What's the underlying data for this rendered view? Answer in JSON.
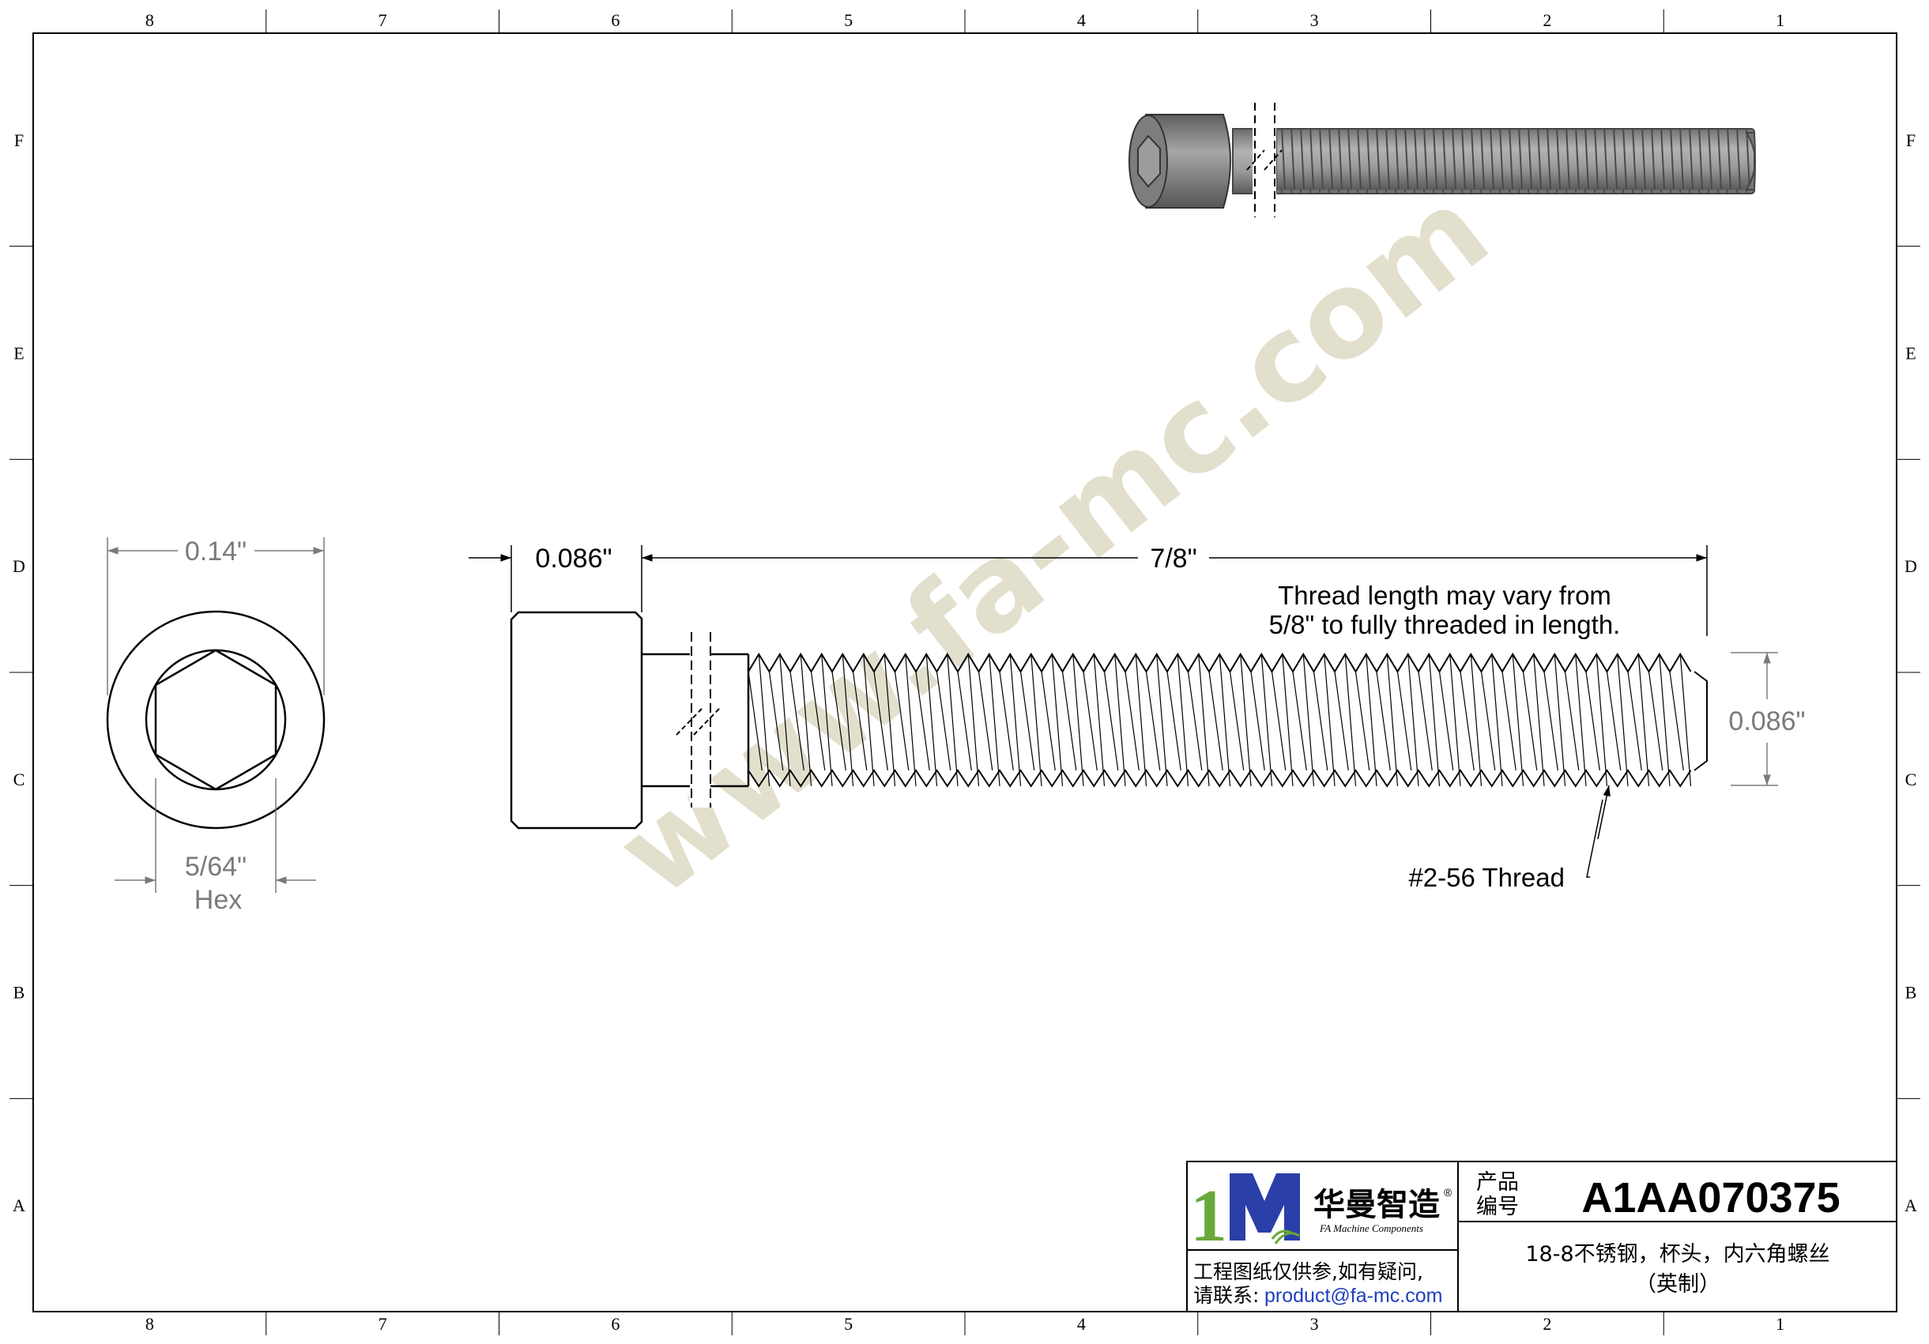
{
  "border": {
    "columns": [
      "8",
      "7",
      "6",
      "5",
      "4",
      "3",
      "2",
      "1"
    ],
    "rows": [
      "F",
      "E",
      "D",
      "C",
      "B",
      "A"
    ]
  },
  "watermark": "www.fa-mc.com",
  "end_view": {
    "diameter_label": "0.14\"",
    "hex_label_line1": "5/64\"",
    "hex_label_line2": "Hex"
  },
  "side_view": {
    "head_length_label": "0.086\"",
    "overall_length_label": "7/8\"",
    "thread_diameter_label": "0.086\"",
    "thread_callout": "#2-56 Thread",
    "note_line1": "Thread length may vary from",
    "note_line2": "5/8\" to fully threaded in length."
  },
  "title_block": {
    "brand_name": "华曼智造",
    "brand_en": "FA Machine Components",
    "registered_mark": "®",
    "product_no_label_line1": "产品",
    "product_no_label_line2": "编号",
    "product_no": "A1AA070375",
    "description_line1": "18-8不锈钢，杯头，内六角螺丝",
    "description_line2": "（英制）",
    "disclaimer_line1": "工程图纸仅供参,如有疑问,",
    "contact_prefix": "请联系:",
    "contact_email": "product@fa-mc.com"
  },
  "colors": {
    "line": "#000000",
    "dimension_grey": "#7a7a7a",
    "watermark": "#d9d4bc",
    "link_blue": "#1f3fbf",
    "logo_green": "#6aa83a",
    "logo_blue": "#2a3fa8",
    "screw_grey": "#8a8a8a"
  }
}
